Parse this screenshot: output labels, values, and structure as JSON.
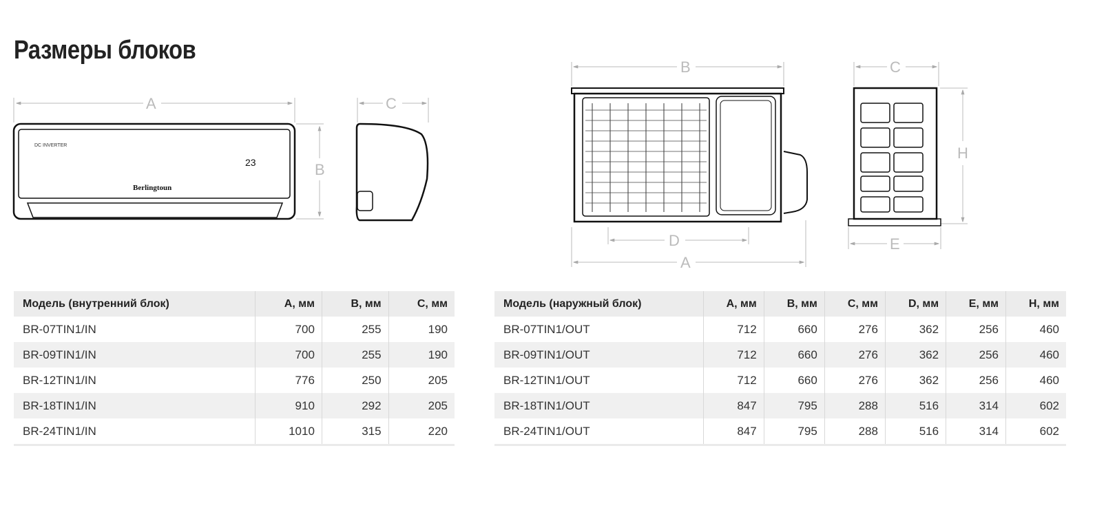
{
  "title": "Размеры блоков",
  "diagram": {
    "indoor_front": {
      "dim_a": "A",
      "dim_b": "B",
      "badge": "DC INVERTER",
      "display": "23",
      "brand": "Berlingtoun"
    },
    "indoor_side": {
      "dim_c": "C"
    },
    "outdoor_front": {
      "dim_b": "B",
      "dim_d": "D",
      "dim_a": "A"
    },
    "outdoor_side": {
      "dim_c": "C",
      "dim_h": "H",
      "dim_e": "E"
    }
  },
  "indoor_table": {
    "headers": [
      "Модель (внутренний блок)",
      "A, мм",
      "B, мм",
      "C, мм"
    ],
    "rows": [
      [
        "BR-07TIN1/IN",
        "700",
        "255",
        "190"
      ],
      [
        "BR-09TIN1/IN",
        "700",
        "255",
        "190"
      ],
      [
        "BR-12TIN1/IN",
        "776",
        "250",
        "205"
      ],
      [
        "BR-18TIN1/IN",
        "910",
        "292",
        "205"
      ],
      [
        "BR-24TIN1/IN",
        "1010",
        "315",
        "220"
      ]
    ]
  },
  "outdoor_table": {
    "headers": [
      "Модель (наружный блок)",
      "A, мм",
      "B, мм",
      "C, мм",
      "D, мм",
      "E, мм",
      "H, мм"
    ],
    "rows": [
      [
        "BR-07TIN1/OUT",
        "712",
        "660",
        "276",
        "362",
        "256",
        "460"
      ],
      [
        "BR-09TIN1/OUT",
        "712",
        "660",
        "276",
        "362",
        "256",
        "460"
      ],
      [
        "BR-12TIN1/OUT",
        "712",
        "660",
        "276",
        "362",
        "256",
        "460"
      ],
      [
        "BR-18TIN1/OUT",
        "847",
        "795",
        "288",
        "516",
        "314",
        "602"
      ],
      [
        "BR-24TIN1/OUT",
        "847",
        "795",
        "288",
        "516",
        "314",
        "602"
      ]
    ]
  }
}
